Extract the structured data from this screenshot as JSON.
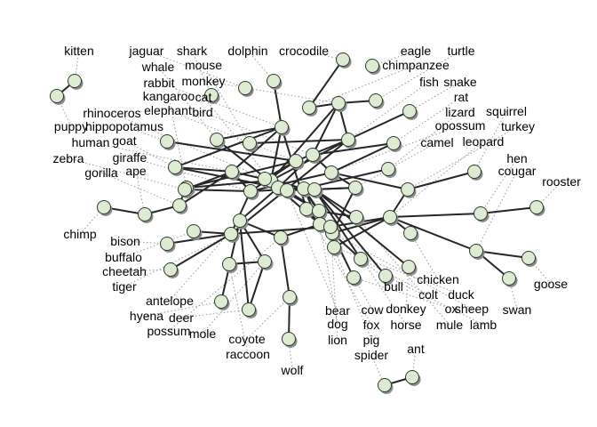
{
  "colors": {
    "node_fill": "#dcebd2",
    "node_stroke": "#2e3a2e",
    "node_shadow": "#8c8c8c",
    "edge": "#262626",
    "label_leader": "#9a9a9a",
    "background": "#ffffff"
  },
  "nodes": [
    {
      "id": "kitten"
    },
    {
      "id": "puppy"
    },
    {
      "id": "jaguar"
    },
    {
      "id": "shark"
    },
    {
      "id": "dolphin"
    },
    {
      "id": "crocodile"
    },
    {
      "id": "eagle"
    },
    {
      "id": "turtle"
    },
    {
      "id": "whale"
    },
    {
      "id": "mouse"
    },
    {
      "id": "chimpanzee"
    },
    {
      "id": "rabbit"
    },
    {
      "id": "monkey"
    },
    {
      "id": "fish"
    },
    {
      "id": "snake"
    },
    {
      "id": "kangaroo"
    },
    {
      "id": "cat"
    },
    {
      "id": "rat"
    },
    {
      "id": "elephant"
    },
    {
      "id": "bird"
    },
    {
      "id": "rhinoceros"
    },
    {
      "id": "lizard"
    },
    {
      "id": "squirrel"
    },
    {
      "id": "hippopotamus"
    },
    {
      "id": "opossum"
    },
    {
      "id": "turkey"
    },
    {
      "id": "human"
    },
    {
      "id": "goat"
    },
    {
      "id": "camel"
    },
    {
      "id": "leopard"
    },
    {
      "id": "zebra"
    },
    {
      "id": "giraffe"
    },
    {
      "id": "hen"
    },
    {
      "id": "gorilla"
    },
    {
      "id": "ape"
    },
    {
      "id": "cougar"
    },
    {
      "id": "rooster"
    },
    {
      "id": "chimp"
    },
    {
      "id": "bison"
    },
    {
      "id": "buffalo"
    },
    {
      "id": "cheetah"
    },
    {
      "id": "tiger"
    },
    {
      "id": "chicken"
    },
    {
      "id": "bull"
    },
    {
      "id": "colt"
    },
    {
      "id": "duck"
    },
    {
      "id": "goose"
    },
    {
      "id": "antelope"
    },
    {
      "id": "ox"
    },
    {
      "id": "sheep"
    },
    {
      "id": "swan"
    },
    {
      "id": "hyena"
    },
    {
      "id": "deer"
    },
    {
      "id": "bear"
    },
    {
      "id": "cow"
    },
    {
      "id": "donkey"
    },
    {
      "id": "possum"
    },
    {
      "id": "mole"
    },
    {
      "id": "dog"
    },
    {
      "id": "fox"
    },
    {
      "id": "horse"
    },
    {
      "id": "mule"
    },
    {
      "id": "lamb"
    },
    {
      "id": "coyote"
    },
    {
      "id": "lion"
    },
    {
      "id": "pig"
    },
    {
      "id": "raccoon"
    },
    {
      "id": "spider"
    },
    {
      "id": "ant"
    },
    {
      "id": "wolf"
    }
  ]
}
